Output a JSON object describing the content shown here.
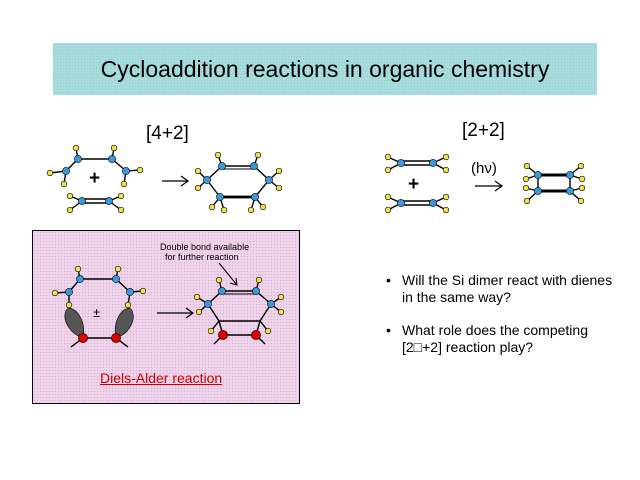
{
  "slide": {
    "title": "Cycloaddition reactions in organic chemistry"
  },
  "reaction_42": {
    "label": "[4+2]",
    "plus": "+"
  },
  "reaction_22": {
    "label": "[2+2]",
    "light": "(hν)",
    "plus": "+"
  },
  "diels_alder": {
    "note_line1": "Double bond available",
    "note_line2": "for further reaction",
    "plus_minus": "±",
    "link": "Diels-Alder reaction"
  },
  "bullets": [
    {
      "text": "Will the Si dimer react with dienes in the same way?"
    },
    {
      "text": "What role does the competing [2□+2] reaction play?"
    }
  ],
  "colors": {
    "title_bg": "#a8dcdc",
    "panel_bg": "#efd3ea",
    "carbon_atom": "#3a9ad9",
    "hydrogen_atom": "#f2e24a",
    "silicon_atom": "#e00000",
    "link": "#cc0000"
  }
}
